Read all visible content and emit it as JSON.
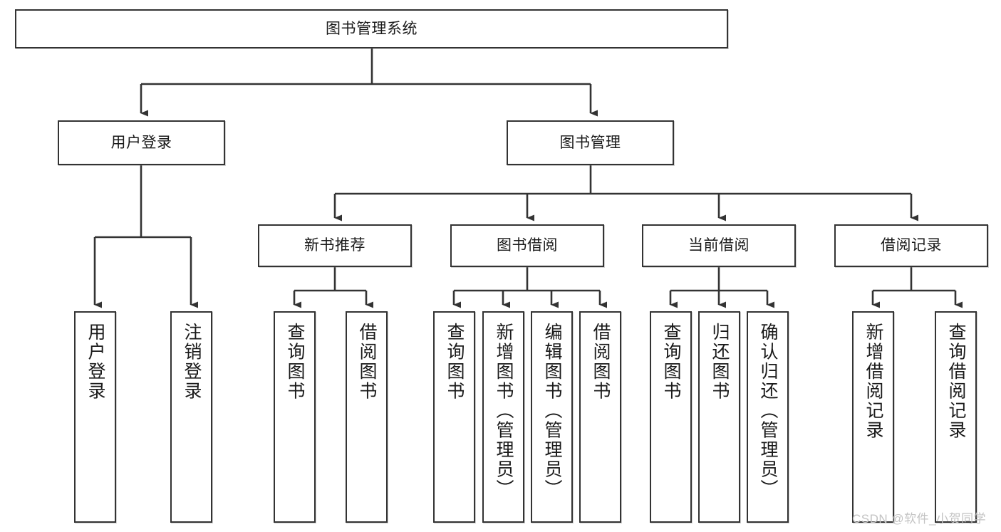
{
  "diagram": {
    "title": "图书管理系统",
    "type": "tree-hierarchy",
    "colors": {
      "box_border": "#333333",
      "box_fill": "#ffffff",
      "connector": "#333333",
      "text": "#1a1a1a",
      "watermark": "#c3c3c3",
      "background": "#ffffff"
    },
    "root": {
      "id": "root",
      "label": "图书管理系统"
    },
    "level1": [
      {
        "id": "user-login",
        "label": "用户登录"
      },
      {
        "id": "book-manage",
        "label": "图书管理"
      }
    ],
    "level2": [
      {
        "id": "new-book-recommend",
        "label": "新书推荐",
        "parent": "book-manage"
      },
      {
        "id": "book-borrow",
        "label": "图书借阅",
        "parent": "book-manage"
      },
      {
        "id": "current-borrow",
        "label": "当前借阅",
        "parent": "book-manage"
      },
      {
        "id": "borrow-record",
        "label": "借阅记录",
        "parent": "book-manage"
      }
    ],
    "leaves": [
      {
        "id": "leaf-user-login",
        "label": "用户登录",
        "parent": "user-login"
      },
      {
        "id": "leaf-user-logout",
        "label": "注销登录",
        "parent": "user-login"
      },
      {
        "id": "leaf-query-book-1",
        "label": "查询图书",
        "parent": "new-book-recommend"
      },
      {
        "id": "leaf-borrow-book-1",
        "label": "借阅图书",
        "parent": "new-book-recommend"
      },
      {
        "id": "leaf-query-book-2",
        "label": "查询图书",
        "parent": "book-borrow"
      },
      {
        "id": "leaf-add-book",
        "label": "新增图书（管理员）",
        "parent": "book-borrow"
      },
      {
        "id": "leaf-edit-book",
        "label": "编辑图书（管理员）",
        "parent": "book-borrow"
      },
      {
        "id": "leaf-borrow-book-2",
        "label": "借阅图书",
        "parent": "book-borrow"
      },
      {
        "id": "leaf-query-book-3",
        "label": "查询图书",
        "parent": "current-borrow"
      },
      {
        "id": "leaf-return-book",
        "label": "归还图书",
        "parent": "current-borrow"
      },
      {
        "id": "leaf-confirm-return",
        "label": "确认归还（管理员）",
        "parent": "current-borrow"
      },
      {
        "id": "leaf-add-record",
        "label": "新增借阅记录",
        "parent": "borrow-record"
      },
      {
        "id": "leaf-query-record",
        "label": "查询借阅记录",
        "parent": "borrow-record"
      }
    ],
    "watermark": "CSDN @软件_小贺同学"
  }
}
